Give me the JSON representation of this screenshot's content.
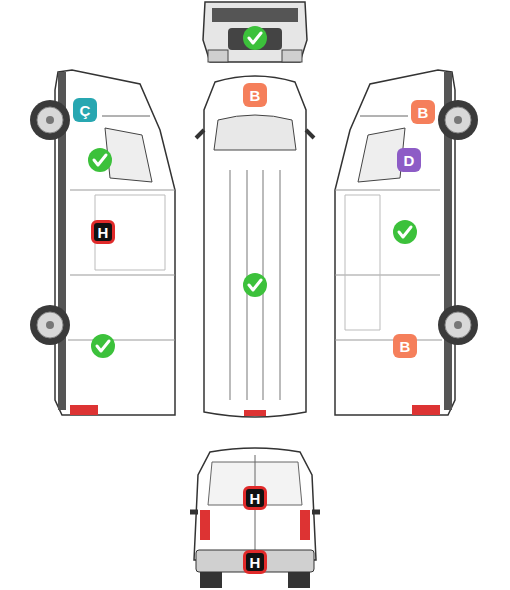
{
  "diagram": {
    "nodes": [
      {
        "text": [
          "B"
        ]
      },
      {
        "text": [
          "Ç"
        ]
      },
      {
        "text": [
          "B"
        ]
      },
      {
        "text": [
          "D"
        ]
      },
      {
        "text": [
          "H"
        ]
      },
      {
        "text": [
          "B"
        ]
      },
      {
        "text": [
          "H"
        ]
      },
      {
        "text": [
          "H"
        ]
      }
    ]
  }
}
